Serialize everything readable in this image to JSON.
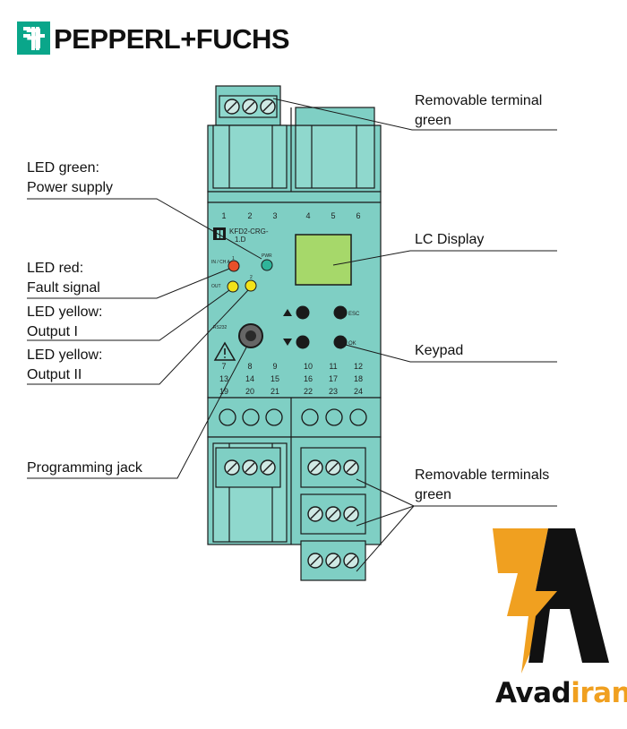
{
  "brand": {
    "name": "PEPPERL+FUCHS"
  },
  "device": {
    "model_line1": "KFD2-CRG-",
    "model_line2": "1.D",
    "top_terminals": [
      "1",
      "2",
      "3",
      "4",
      "5",
      "6"
    ],
    "mid_terminals": [
      "7",
      "8",
      "9",
      "10",
      "11",
      "12"
    ],
    "row2_terminals": [
      "13",
      "14",
      "15",
      "16",
      "17",
      "18"
    ],
    "row3_terminals": [
      "19",
      "20",
      "21",
      "22",
      "23",
      "24"
    ],
    "led_labels": {
      "pwr": "PWR",
      "in_ch": "IN / CH A",
      "out": "OUT",
      "led1": "1",
      "led2": "2"
    },
    "jack_label": "RS232",
    "key_labels": {
      "esc": "ESC",
      "ok": "OK"
    },
    "colors": {
      "housing": "#7fcfc4",
      "housing_dark": "#5fb3a8",
      "display": "#a6d86a",
      "led_red": "#e8502a",
      "led_yellow": "#f2e21a",
      "led_green": "#2fb59a"
    }
  },
  "callouts": {
    "removable_terminal_l1": "Removable terminal",
    "removable_terminal_l2": "green",
    "led_green_l1": "LED green:",
    "led_green_l2": "Power supply",
    "lc_display": "LC Display",
    "led_red_l1": "LED red:",
    "led_red_l2": "Fault signal",
    "led_yellow1_l1": "LED yellow:",
    "led_yellow1_l2": "Output I",
    "led_yellow2_l1": "LED yellow:",
    "led_yellow2_l2": "Output II",
    "keypad": "Keypad",
    "programming_jack": "Programming jack",
    "removable_terminals_l1": "Removable terminals",
    "removable_terminals_l2": "green"
  },
  "watermark": {
    "part1": "Avad",
    "part2": "iran"
  }
}
